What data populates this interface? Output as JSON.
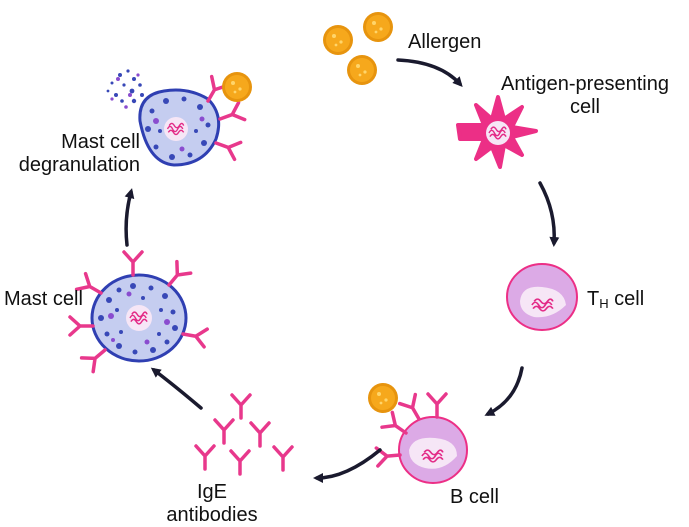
{
  "labels": {
    "allergen": "Allergen",
    "apc_line1": "Antigen-presenting",
    "apc_line2": "cell",
    "th_main": "T",
    "th_sub": "H",
    "th_suffix": " cell",
    "b_cell": "B cell",
    "ige_line1": "IgE",
    "ige_line2": "antibodies",
    "mast_cell": "Mast cell",
    "degran_line1": "Mast cell",
    "degran_line2": "degranulation"
  },
  "colors": {
    "allergen_fill": "#f6a81c",
    "allergen_spike": "#e7940e",
    "apc_pink": "#ec2f86",
    "th_fill": "#dcaae6",
    "th_outline": "#ec2f86",
    "nucleus_fill": "#f6e6f6",
    "chromatin": "#e32b87",
    "antibody": "#e8388c",
    "mast_fill": "#c5cdf0",
    "mast_outline": "#2f3fb2",
    "granule": "#3848b7",
    "granule_purple": "#8a4ccf",
    "arrow": "#1a1a2e"
  },
  "icons": [
    "allergen-pollen-icon",
    "antigen-presenting-cell-icon",
    "th-cell-icon",
    "b-cell-icon",
    "ige-antibody-icon",
    "mast-cell-icon",
    "degranulating-mast-cell-icon",
    "cycle-arrow-icon"
  ]
}
